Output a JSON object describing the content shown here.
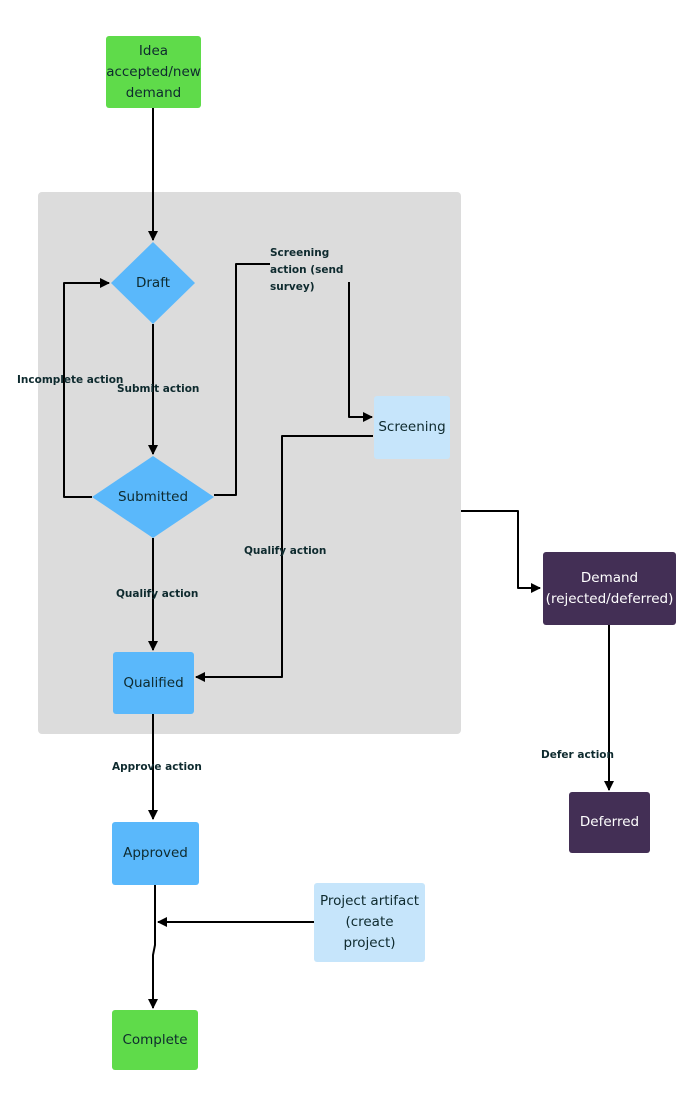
{
  "nodes": {
    "idea": "Idea accepted/new demand",
    "draft": "Draft",
    "submitted": "Submitted",
    "screening": "Screening",
    "qualified": "Qualified",
    "approved": "Approved",
    "project_artifact": "Project artifact (create project)",
    "complete": "Complete",
    "demand": "Demand (rejected/deferred)",
    "deferred": "Deferred"
  },
  "edges": {
    "screening_action": "Screening action (send survey)",
    "incomplete_action": "Incomplete action",
    "submit_action": "Submit action",
    "qualify_action_left": "Qualify action",
    "qualify_action_right": "Qualify action",
    "approve_action": "Approve action",
    "defer_action": "Defer action"
  },
  "colors": {
    "green": "#5fdb4a",
    "blue": "#5ab8fb",
    "light_blue": "#c6e5fb",
    "purple": "#432f55",
    "container": "#dcdcdc",
    "arrow": "#000000"
  }
}
